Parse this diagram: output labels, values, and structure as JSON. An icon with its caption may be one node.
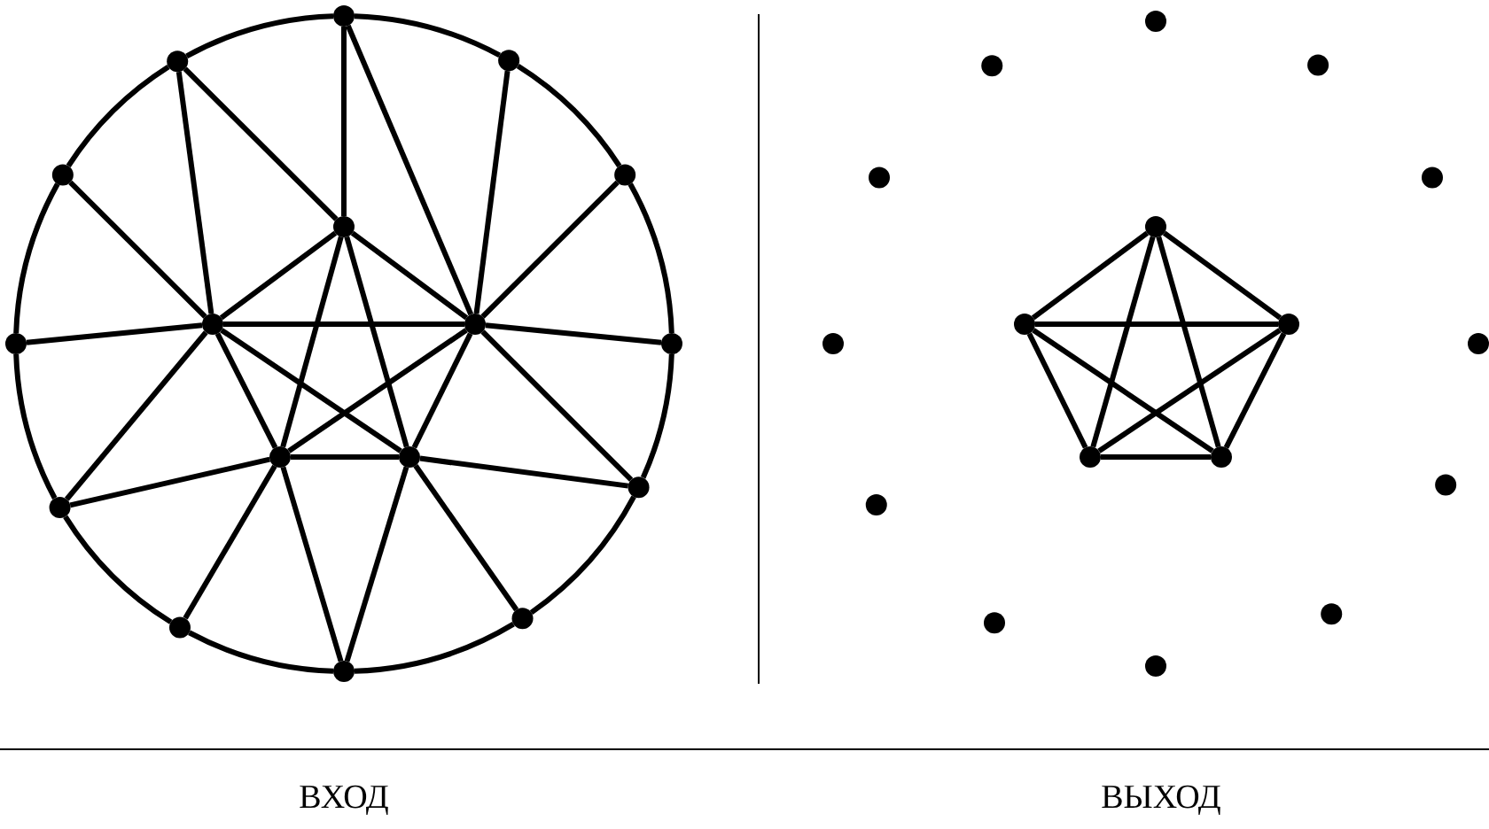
{
  "diagram": {
    "nodes": [
      {
        "text": [],
        "shape": "circle"
      },
      {
        "text": [],
        "shape": "circle"
      },
      {
        "text": [],
        "shape": "circle"
      },
      {
        "text": [],
        "shape": "circle"
      },
      {
        "text": [],
        "shape": "circle"
      },
      {
        "text": [],
        "shape": "circle"
      },
      {
        "text": [],
        "shape": "circle"
      },
      {
        "text": [],
        "shape": "circle"
      },
      {
        "text": [],
        "shape": "circle"
      },
      {
        "text": [],
        "shape": "circle"
      },
      {
        "text": [],
        "shape": "circle"
      },
      {
        "text": [],
        "shape": "circle"
      },
      {
        "text": [],
        "shape": "circle"
      },
      {
        "text": [],
        "shape": "circle"
      },
      {
        "text": [],
        "shape": "circle"
      },
      {
        "text": [],
        "shape": "circle"
      },
      {
        "text": [],
        "shape": "circle"
      },
      {
        "text": [],
        "shape": "circle"
      },
      {
        "text": [],
        "shape": "circle"
      },
      {
        "text": [],
        "shape": "circle"
      },
      {
        "text": [],
        "shape": "circle"
      },
      {
        "text": [],
        "shape": "circle"
      },
      {
        "text": [],
        "shape": "circle"
      },
      {
        "text": [],
        "shape": "circle"
      },
      {
        "text": [],
        "shape": "circle"
      },
      {
        "text": [],
        "shape": "circle"
      },
      {
        "text": [],
        "shape": "circle"
      },
      {
        "text": [],
        "shape": "circle"
      },
      {
        "text": [],
        "shape": "circle"
      },
      {
        "text": [],
        "shape": "circle"
      },
      {
        "text": [],
        "shape": "circle"
      },
      {
        "text": [],
        "shape": "circle"
      },
      {
        "text": [],
        "shape": "circle"
      },
      {
        "text": [],
        "shape": "circle"
      }
    ],
    "edges": [
      {
        "from": 0,
        "to": 2,
        "arrow": "none"
      },
      {
        "from": 2,
        "to": 4,
        "arrow": "none"
      },
      {
        "from": 4,
        "to": 9,
        "arrow": "none"
      },
      {
        "from": 9,
        "to": 12,
        "arrow": "none"
      },
      {
        "from": 12,
        "to": 14,
        "arrow": "none"
      },
      {
        "from": 14,
        "to": 16,
        "arrow": "none"
      },
      {
        "from": 16,
        "to": 15,
        "arrow": "none"
      },
      {
        "from": 15,
        "to": 13,
        "arrow": "none"
      },
      {
        "from": 13,
        "to": 6,
        "arrow": "none"
      },
      {
        "from": 6,
        "to": 3,
        "arrow": "none"
      },
      {
        "from": 3,
        "to": 1,
        "arrow": "none"
      },
      {
        "from": 1,
        "to": 0,
        "arrow": "none"
      },
      {
        "from": 0,
        "to": 5,
        "arrow": "none"
      },
      {
        "from": 0,
        "to": 8,
        "arrow": "none"
      },
      {
        "from": 1,
        "to": 7,
        "arrow": "none"
      },
      {
        "from": 1,
        "to": 5,
        "arrow": "none"
      },
      {
        "from": 2,
        "to": 8,
        "arrow": "none"
      },
      {
        "from": 3,
        "to": 7,
        "arrow": "none"
      },
      {
        "from": 4,
        "to": 8,
        "arrow": "none"
      },
      {
        "from": 6,
        "to": 7,
        "arrow": "none"
      },
      {
        "from": 7,
        "to": 8,
        "arrow": "none"
      },
      {
        "from": 8,
        "to": 9,
        "arrow": "none"
      },
      {
        "from": 5,
        "to": 7,
        "arrow": "none"
      },
      {
        "from": 5,
        "to": 8,
        "arrow": "none"
      },
      {
        "from": 5,
        "to": 10,
        "arrow": "none"
      },
      {
        "from": 5,
        "to": 11,
        "arrow": "none"
      },
      {
        "from": 7,
        "to": 10,
        "arrow": "none"
      },
      {
        "from": 7,
        "to": 11,
        "arrow": "none"
      },
      {
        "from": 8,
        "to": 10,
        "arrow": "none"
      },
      {
        "from": 8,
        "to": 11,
        "arrow": "none"
      },
      {
        "from": 7,
        "to": 13,
        "arrow": "none"
      },
      {
        "from": 8,
        "to": 12,
        "arrow": "none"
      },
      {
        "from": 10,
        "to": 11,
        "arrow": "none"
      },
      {
        "from": 10,
        "to": 13,
        "arrow": "none"
      },
      {
        "from": 11,
        "to": 12,
        "arrow": "none"
      },
      {
        "from": 10,
        "to": 15,
        "arrow": "none"
      },
      {
        "from": 10,
        "to": 16,
        "arrow": "none"
      },
      {
        "from": 11,
        "to": 16,
        "arrow": "none"
      },
      {
        "from": 11,
        "to": 14,
        "arrow": "none"
      },
      {
        "from": 22,
        "to": 24,
        "arrow": "none"
      },
      {
        "from": 22,
        "to": 25,
        "arrow": "none"
      },
      {
        "from": 22,
        "to": 27,
        "arrow": "none"
      },
      {
        "from": 22,
        "to": 28,
        "arrow": "none"
      },
      {
        "from": 24,
        "to": 25,
        "arrow": "none"
      },
      {
        "from": 24,
        "to": 27,
        "arrow": "none"
      },
      {
        "from": 24,
        "to": 28,
        "arrow": "none"
      },
      {
        "from": 25,
        "to": 27,
        "arrow": "none"
      },
      {
        "from": 25,
        "to": 28,
        "arrow": "none"
      },
      {
        "from": 27,
        "to": 28,
        "arrow": "none"
      }
    ],
    "labels": [
      "ВХОД",
      "ВЫХОД"
    ]
  }
}
